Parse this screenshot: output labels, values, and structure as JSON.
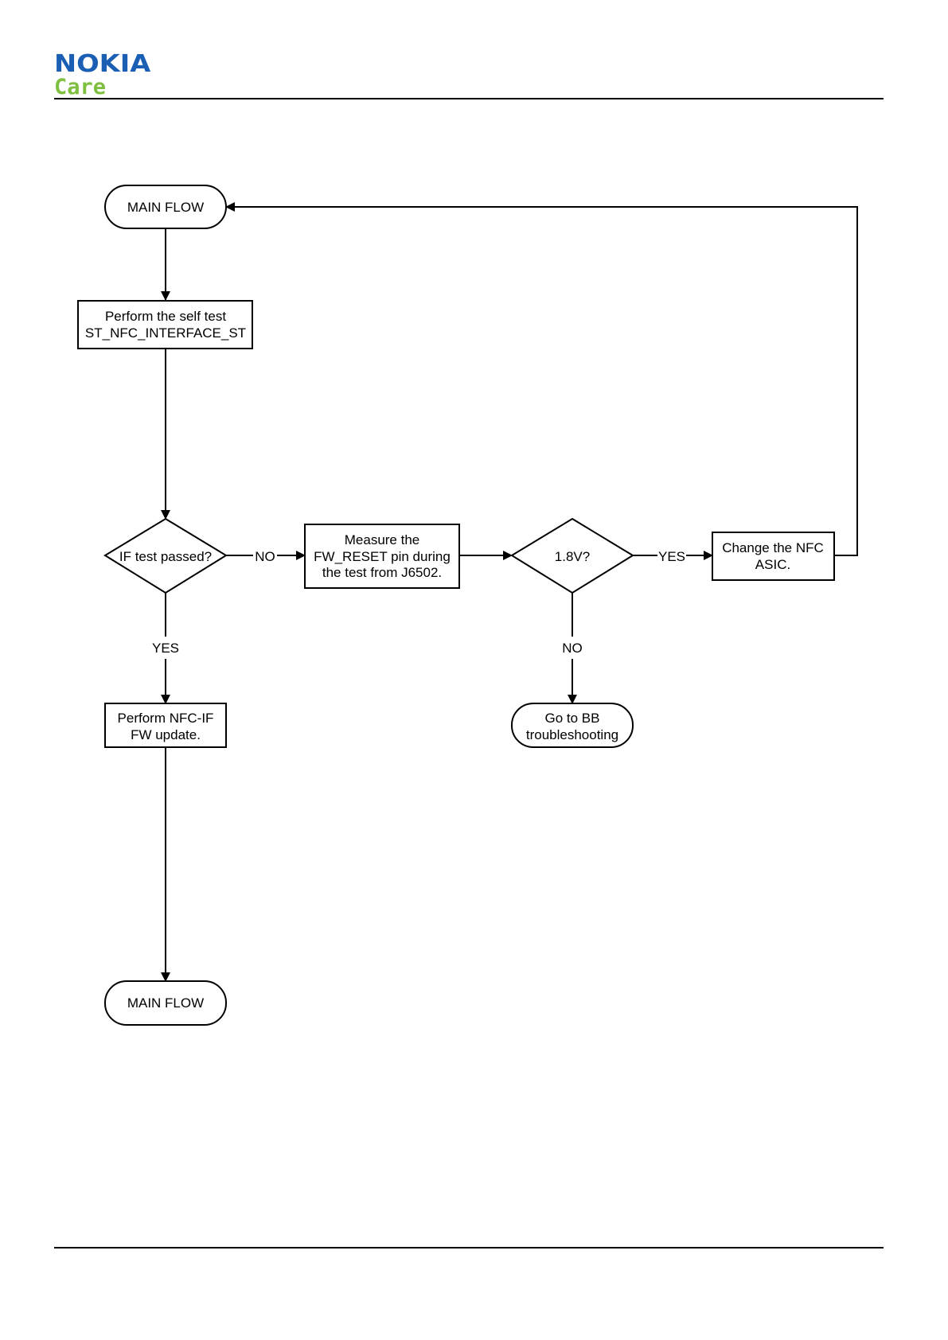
{
  "header": {
    "brand": "NOKIA",
    "sub_brand": "Care",
    "brand_color": "#1a5fb4",
    "sub_brand_color": "#7fbf3f"
  },
  "flowchart": {
    "start_terminal": "MAIN FLOW",
    "self_test": [
      "Perform the self test",
      "ST_NFC_INTERFACE_ST"
    ],
    "decision_test": "IF test passed?",
    "measure": [
      "Measure the",
      "FW_RESET pin during",
      "the test from J6502."
    ],
    "decision_voltage": "1.8V?",
    "change_asic": [
      "Change the NFC",
      "ASIC."
    ],
    "fw_update": [
      "Perform NFC-IF",
      "FW update."
    ],
    "goto_bb": [
      "Go to BB",
      "troubleshooting"
    ],
    "end_terminal": "MAIN FLOW",
    "edge_no_1": "NO",
    "edge_yes_1": "YES",
    "edge_yes_2": "YES",
    "edge_no_2": "NO"
  }
}
